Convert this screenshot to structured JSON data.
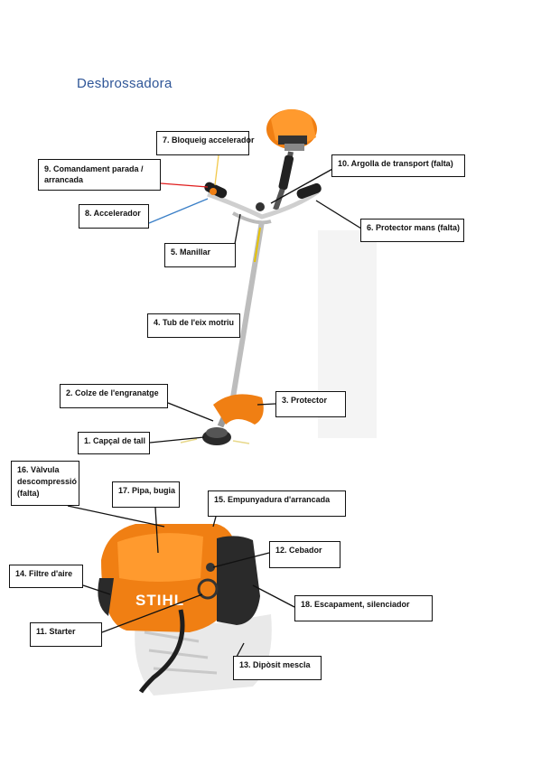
{
  "title": "Desbrossadora",
  "labels": {
    "l1": "1. Capçal de tall",
    "l2": "2. Colze de l'engranatge",
    "l3": "3. Protector",
    "l4": "4. Tub de l'eix motriu",
    "l5": "5. Manillar",
    "l6": "6. Protector mans (falta)",
    "l7": "7. Bloqueig accelerador",
    "l8": "8. Accelerador",
    "l9a": "9. Comandament parada /",
    "l9b": "arrancada",
    "l10": "10. Argolla de transport (falta)",
    "l11": "11. Starter",
    "l12": "12. Cebador",
    "l13": "13. Dipòsit mescla",
    "l14": "14. Filtre d'aire",
    "l15": "15. Empunyadura d'arrancada",
    "l16a": "16. Vàlvula",
    "l16b": "descompressió",
    "l16c": "(falta)",
    "l17": "17. Pipa, bugia",
    "l18": "18. Escapament, silenciador"
  },
  "brand": "STIHL",
  "colors": {
    "title": "#2e5597",
    "orange": "#f07f13",
    "dark": "#2b2b2b",
    "arrow_red": "#e01e1e",
    "arrow_yellow": "#f2c94c",
    "arrow_blue": "#3a7fc7"
  }
}
